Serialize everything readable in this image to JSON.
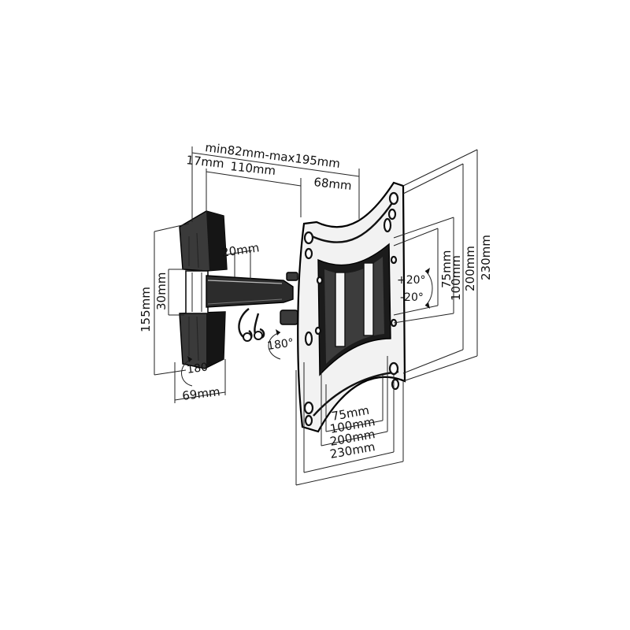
{
  "diagram": {
    "labels": {
      "arm_range": "min82mm-max195mm",
      "seg_17": "17mm",
      "seg_110": "110mm",
      "seg_68": "68mm",
      "arm_20": "20mm",
      "arm_30": "30mm",
      "wall_155": "155mm",
      "wall_69": "69mm",
      "v_75": "75mm",
      "v_100": "100mm",
      "v_200": "200mm",
      "v_230": "230mm",
      "h_75": "75mm",
      "h_100": "100mm",
      "h_200": "200mm",
      "h_230": "230mm",
      "tilt_up": "+20°",
      "tilt_down": "-20°",
      "swivel_wall": "180°",
      "swivel_plate": "180°"
    }
  }
}
